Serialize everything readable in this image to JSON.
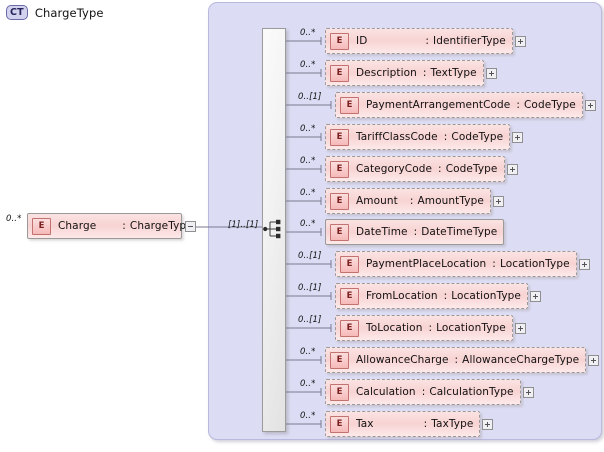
{
  "diagram": {
    "type": "xsd-schema-diagram",
    "background_color": "#ffffff",
    "panel_color": "#dcdcf4",
    "node_color": "#f8d3d3",
    "badge_color": "#f6b9b9"
  },
  "complex_type": {
    "badge": "CT",
    "name": "ChargeType",
    "compositor": "sequence"
  },
  "root_element": {
    "badge": "E",
    "cardinality": "0..*",
    "name": "Charge",
    "separator": ":",
    "type": "ChargeType",
    "toggle": "minus",
    "connector_cardinality": "[1]..[1]"
  },
  "elements": [
    {
      "badge": "E",
      "cardinality": "0..*",
      "name": "ID",
      "separator": ":",
      "type": "IdentifierType",
      "expand": true,
      "indent": false,
      "name_pad": 52
    },
    {
      "badge": "E",
      "cardinality": "0..*",
      "name": "Description",
      "separator": ":",
      "type": "TextType",
      "expand": true,
      "indent": false,
      "name_pad": 0
    },
    {
      "badge": "E",
      "cardinality": "0..[1]",
      "name": "PaymentArrangementCode",
      "separator": ":",
      "type": "CodeType",
      "expand": true,
      "indent": true,
      "name_pad": 0
    },
    {
      "badge": "E",
      "cardinality": "0..*",
      "name": "TariffClassCode",
      "separator": ":",
      "type": "CodeType",
      "expand": true,
      "indent": false,
      "name_pad": 0
    },
    {
      "badge": "E",
      "cardinality": "0..*",
      "name": "CategoryCode",
      "separator": ":",
      "type": "CodeType",
      "expand": true,
      "indent": false,
      "name_pad": 0
    },
    {
      "badge": "E",
      "cardinality": "0..*",
      "name": "Amount",
      "separator": ":",
      "type": "AmountType",
      "expand": true,
      "indent": false,
      "name_pad": 6
    },
    {
      "badge": "E",
      "cardinality": "0..*",
      "name": "DateTime",
      "separator": ":",
      "type": "DateTimeType",
      "expand": false,
      "indent": false,
      "name_pad": 0
    },
    {
      "badge": "E",
      "cardinality": "0..[1]",
      "name": "PaymentPlaceLocation",
      "separator": ":",
      "type": "LocationType",
      "expand": true,
      "indent": true,
      "name_pad": 0
    },
    {
      "badge": "E",
      "cardinality": "0..[1]",
      "name": "FromLocation",
      "separator": ":",
      "type": "LocationType",
      "expand": true,
      "indent": true,
      "name_pad": 0
    },
    {
      "badge": "E",
      "cardinality": "0..[1]",
      "name": "ToLocation",
      "separator": ":",
      "type": "LocationType",
      "expand": true,
      "indent": true,
      "name_pad": 0
    },
    {
      "badge": "E",
      "cardinality": "0..*",
      "name": "AllowanceCharge",
      "separator": ":",
      "type": "AllowanceChargeType",
      "expand": true,
      "indent": false,
      "name_pad": 0
    },
    {
      "badge": "E",
      "cardinality": "0..*",
      "name": "Calculation",
      "separator": ":",
      "type": "CalculationType",
      "expand": true,
      "indent": false,
      "name_pad": 0
    },
    {
      "badge": "E",
      "cardinality": "0..*",
      "name": "Tax",
      "separator": ":",
      "type": "TaxType",
      "expand": true,
      "indent": false,
      "name_pad": 44
    }
  ]
}
